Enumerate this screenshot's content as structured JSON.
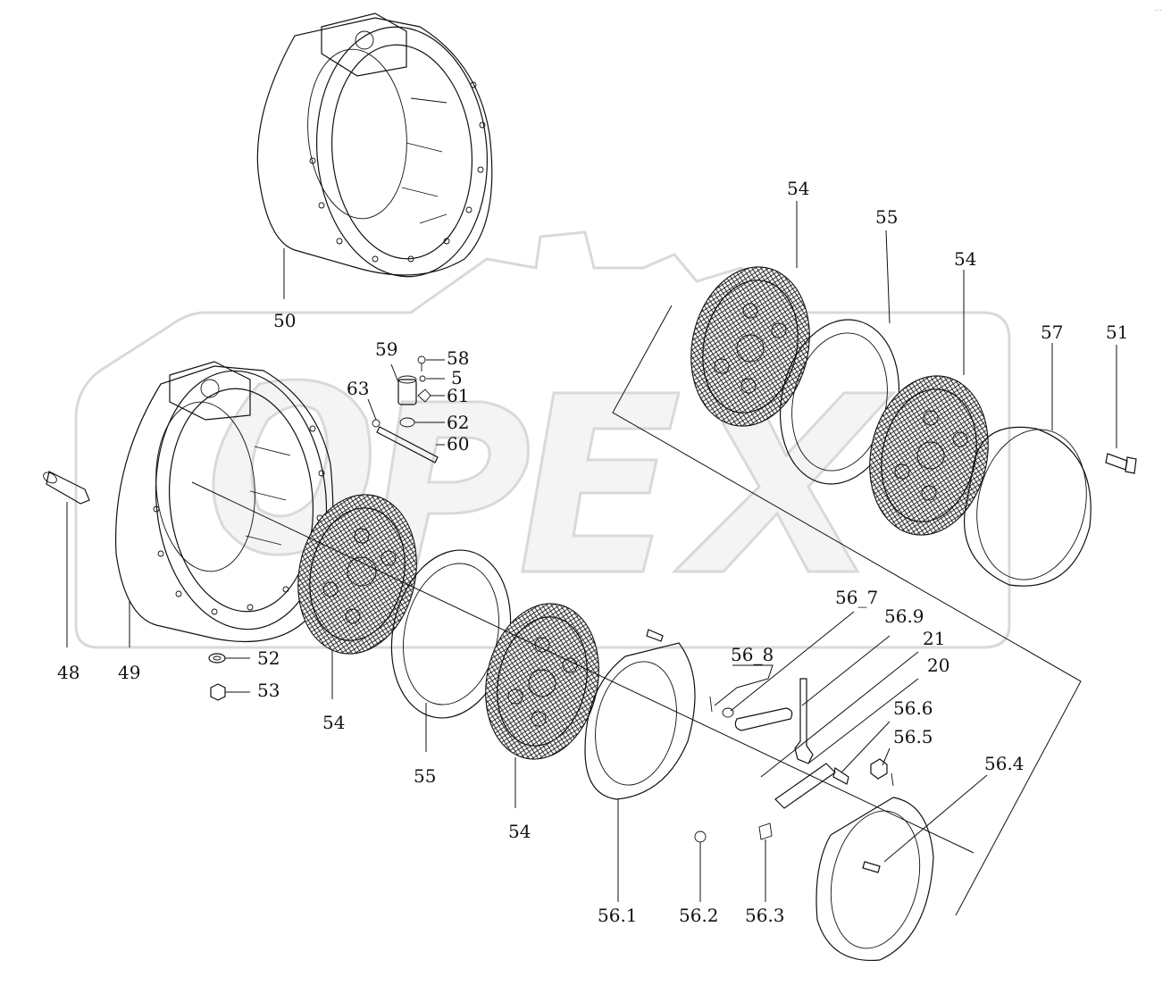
{
  "diagram": {
    "type": "exploded-parts-diagram",
    "callouts": {
      "p50": "50",
      "p59": "59",
      "p58": "58",
      "p5": "5",
      "p63": "63",
      "p61": "61",
      "p62": "62",
      "p60": "60",
      "p48": "48",
      "p49": "49",
      "p52": "52",
      "p53": "53",
      "p54_left": "54",
      "p55_left": "55",
      "p54_lower": "54",
      "p54_top": "54",
      "p55_top": "55",
      "p54_right": "54",
      "p57": "57",
      "p51": "51",
      "p56_7": "56_7",
      "p56_9": "56.9",
      "p56_8": "56_8",
      "p21": "21",
      "p20": "20",
      "p56_6": "56.6",
      "p56_5": "56.5",
      "p56_4": "56.4",
      "p56_1": "56.1",
      "p56_2": "56.2",
      "p56_3": "56.3"
    },
    "watermark": {
      "logo_text": "OPEX",
      "corner_mark": "…"
    }
  }
}
